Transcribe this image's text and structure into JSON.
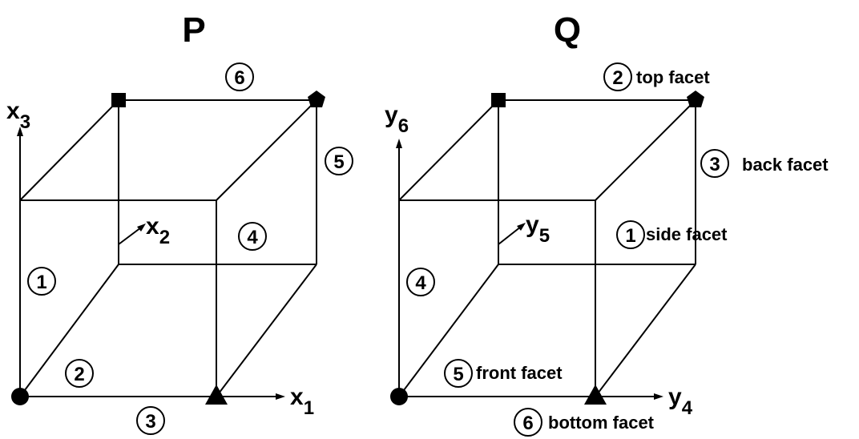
{
  "panels": {
    "p": {
      "title": "P",
      "axes": {
        "x1": "x",
        "x1_sub": "1",
        "x2": "x",
        "x2_sub": "2",
        "x3": "x",
        "x3_sub": "3"
      },
      "facets": {
        "f1": "1",
        "f2": "2",
        "f3": "3",
        "f4": "4",
        "f5": "5",
        "f6": "6"
      }
    },
    "q": {
      "title": "Q",
      "axes": {
        "y4": "y",
        "y4_sub": "4",
        "y5": "y",
        "y5_sub": "5",
        "y6": "y",
        "y6_sub": "6"
      },
      "facets": {
        "f1": "1",
        "f1_label": "side facet",
        "f2": "2",
        "f2_label": "top facet",
        "f3": "3",
        "f3_label": "back facet",
        "f4": "4",
        "f5": "5",
        "f5_label": "front facet",
        "f6": "6",
        "f6_label": "bottom facet"
      }
    }
  },
  "colors": {
    "lines": "#000000",
    "background": "#ffffff"
  },
  "vertex_markers": [
    "circle",
    "triangle",
    "square",
    "pentagon"
  ]
}
